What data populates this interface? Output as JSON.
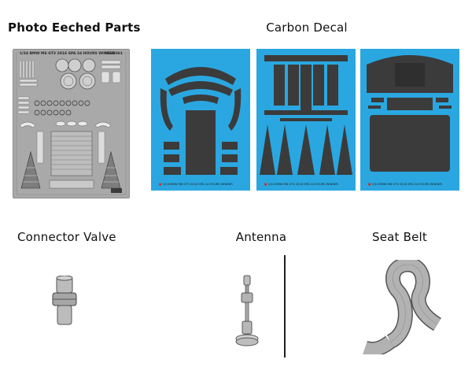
{
  "headings": {
    "photo_etched": "Photo Eeched Parts",
    "carbon_decal": "Carbon Decal",
    "connector_valve": "Connector Valve",
    "antenna": "Antenna",
    "seat_belt": "Seat Belt"
  },
  "pe_sheet": {
    "title": "1/24 BMW M6 GT3 2016 SPA 24 HOURS WINNER",
    "code": "NE24061"
  },
  "decal_sheets": [
    {
      "caption": "1/24 BMW M6 GT3 2016 SPA 24 HOURS WINNER"
    },
    {
      "caption": "1/24 BMW M6 GT3 2016 SPA 24 HOURS WINNER"
    },
    {
      "caption": "1/24 BMW M6 GT3 2016 SPA 24 HOURS WINNER"
    }
  ],
  "colors": {
    "decal_blue": "#2aa7e0",
    "carbon": "#3b3b3b",
    "pe_metal": "#a9a9a9"
  }
}
